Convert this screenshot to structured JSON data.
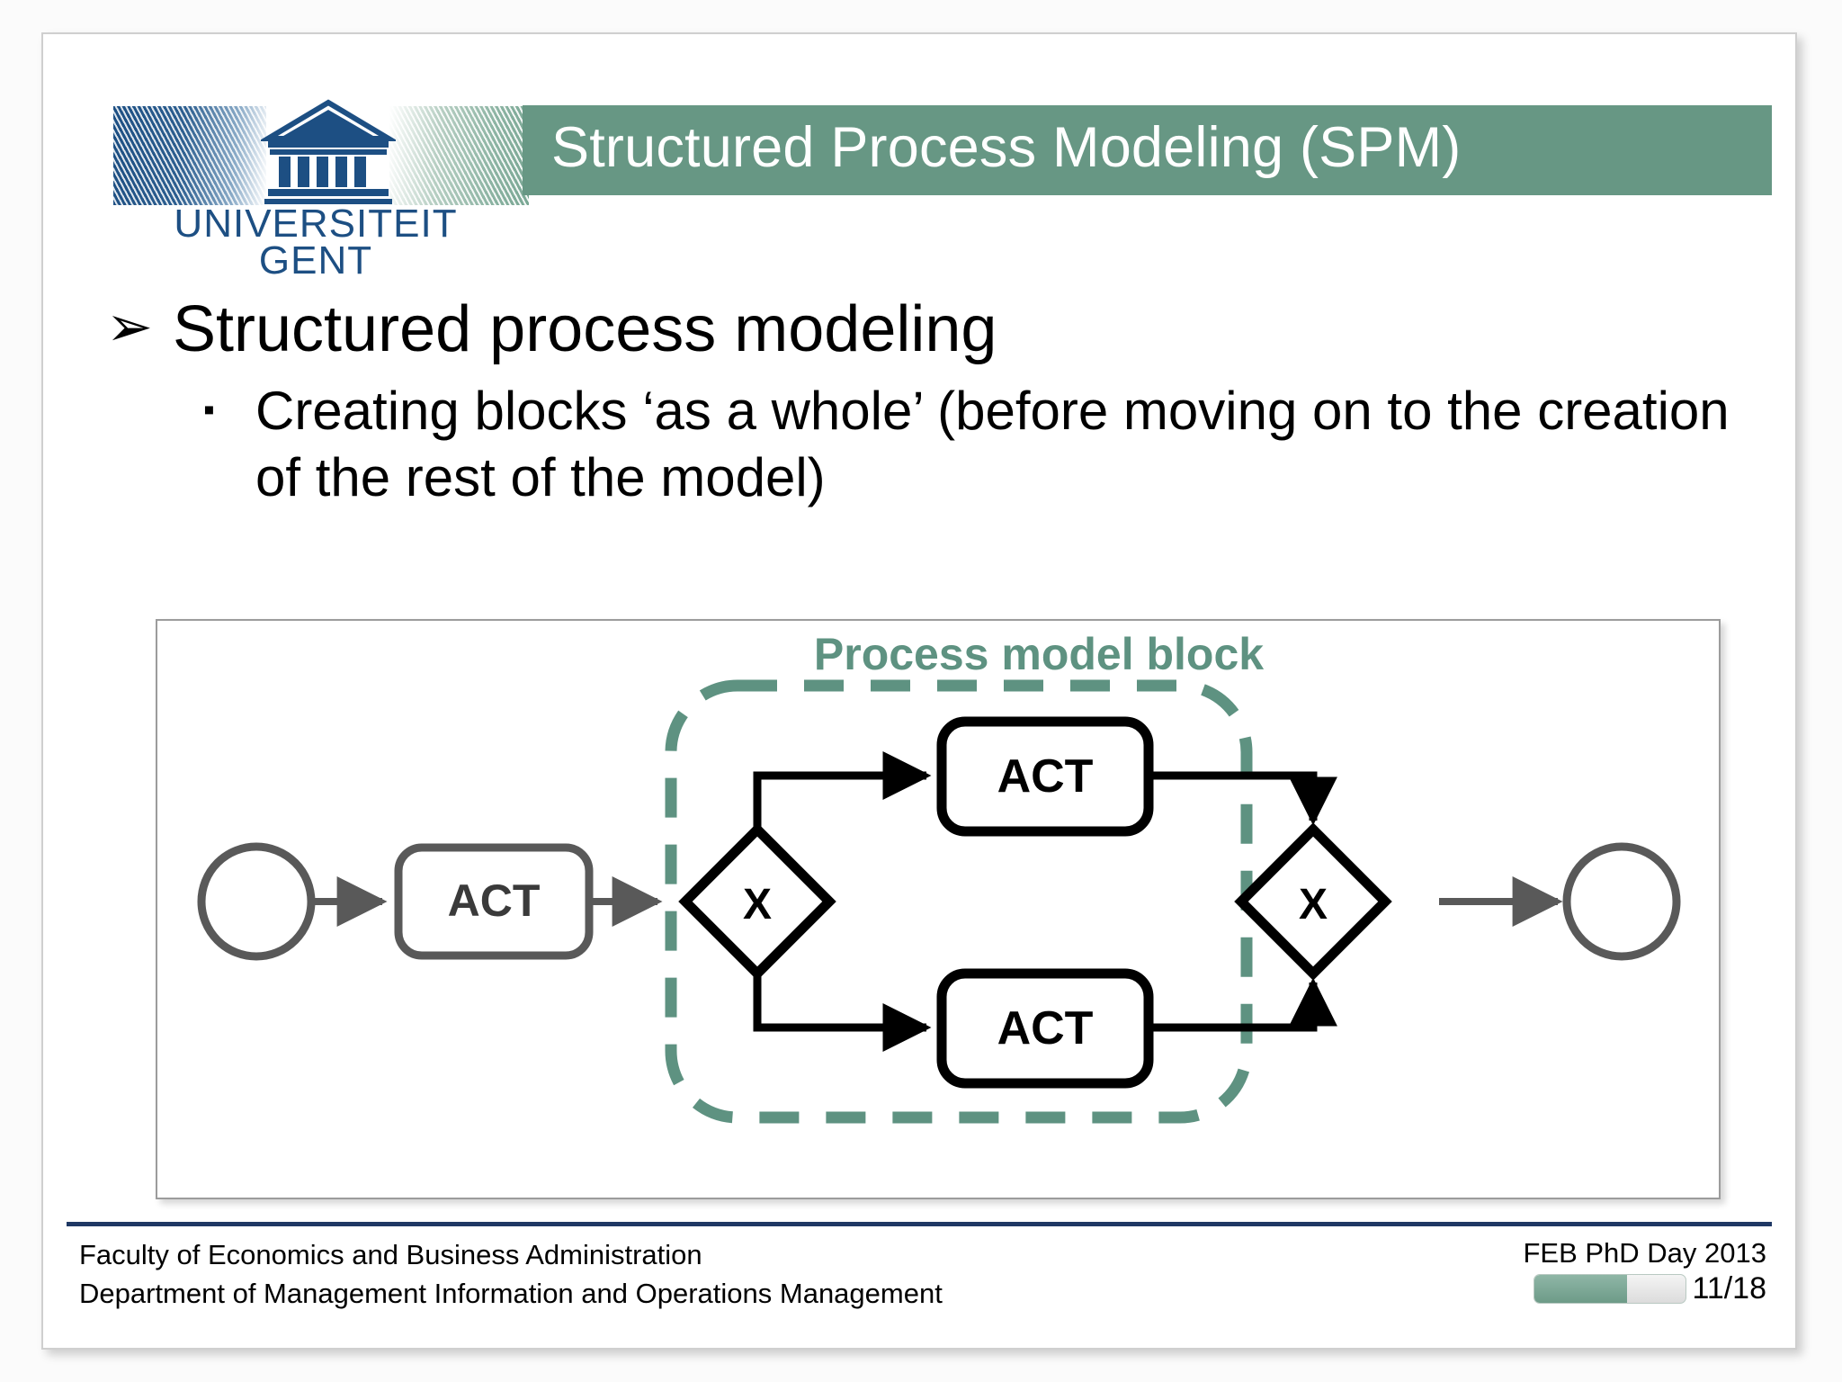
{
  "slide": {
    "title": "Structured Process Modeling (SPM)",
    "accent_color": "#679784",
    "footer_rule_color": "#1f3864"
  },
  "logo": {
    "name": "ugent-logo",
    "line1": "UNIVERSITEIT",
    "line2": "GENT",
    "color": "#1d4f83"
  },
  "bullets": {
    "level1": {
      "marker": "➢",
      "text": "Structured process modeling"
    },
    "level2": {
      "marker": "▪",
      "text": "Creating blocks ‘as a whole’ (before moving on to the creation of the rest of the model)"
    }
  },
  "diagram": {
    "block_label": "Process model block",
    "block_label_color": "#5e9281",
    "block_border_color": "#5e9281",
    "outer_stroke_color": "#595959",
    "inner_stroke_color": "#000000",
    "nodes": [
      {
        "id": "start",
        "type": "start-event",
        "label": "",
        "scope": "outside"
      },
      {
        "id": "act-pre",
        "type": "task",
        "label": "ACT",
        "scope": "outside"
      },
      {
        "id": "split",
        "type": "xor-gateway",
        "label": "X",
        "scope": "inside"
      },
      {
        "id": "act-top",
        "type": "task",
        "label": "ACT",
        "scope": "inside"
      },
      {
        "id": "act-bottom",
        "type": "task",
        "label": "ACT",
        "scope": "inside"
      },
      {
        "id": "join",
        "type": "xor-gateway",
        "label": "X",
        "scope": "inside"
      },
      {
        "id": "end",
        "type": "end-event",
        "label": "",
        "scope": "outside"
      }
    ],
    "edges": [
      {
        "from": "start",
        "to": "act-pre"
      },
      {
        "from": "act-pre",
        "to": "split"
      },
      {
        "from": "split",
        "to": "act-top"
      },
      {
        "from": "split",
        "to": "act-bottom"
      },
      {
        "from": "act-top",
        "to": "join"
      },
      {
        "from": "act-bottom",
        "to": "join"
      },
      {
        "from": "join",
        "to": "end"
      }
    ]
  },
  "footer": {
    "faculty": "Faculty of Economics and Business Administration",
    "department": "Department of Management Information and Operations Management",
    "event": "FEB PhD Day 2013",
    "page": "11/18",
    "progress_percent": 61
  }
}
